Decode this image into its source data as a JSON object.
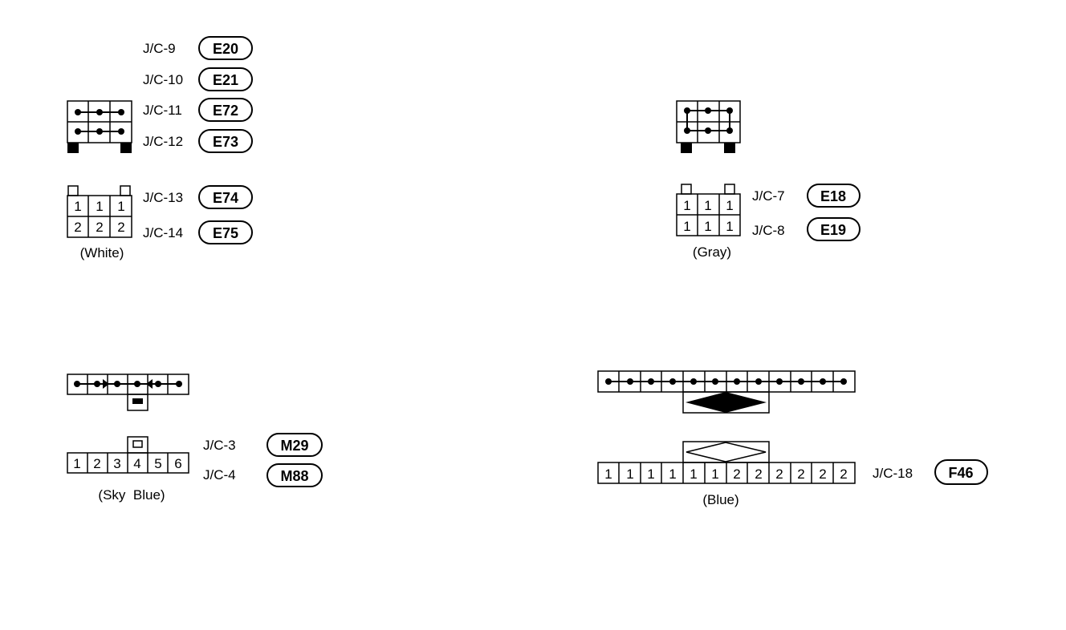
{
  "connectors": {
    "white": {
      "color_label": "(White)",
      "rows": [
        [
          "1",
          "1",
          "1"
        ],
        [
          "2",
          "2",
          "2"
        ]
      ],
      "jc": [
        {
          "label": "J/C-9",
          "code": "E20"
        },
        {
          "label": "J/C-10",
          "code": "E21"
        },
        {
          "label": "J/C-11",
          "code": "E72"
        },
        {
          "label": "J/C-12",
          "code": "E73"
        },
        {
          "label": "J/C-13",
          "code": "E74"
        },
        {
          "label": "J/C-14",
          "code": "E75"
        }
      ]
    },
    "gray": {
      "color_label": "(Gray)",
      "rows": [
        [
          "1",
          "1",
          "1"
        ],
        [
          "1",
          "1",
          "1"
        ]
      ],
      "jc": [
        {
          "label": "J/C-7",
          "code": "E18"
        },
        {
          "label": "J/C-8",
          "code": "E19"
        }
      ]
    },
    "sky_blue": {
      "color_label": "(Sky  Blue)",
      "pins": [
        "1",
        "2",
        "3",
        "4",
        "5",
        "6"
      ],
      "jc": [
        {
          "label": "J/C-3",
          "code": "M29"
        },
        {
          "label": "J/C-4",
          "code": "M88"
        }
      ]
    },
    "blue": {
      "color_label": "(Blue)",
      "pins": [
        "1",
        "1",
        "1",
        "1",
        "1",
        "1",
        "2",
        "2",
        "2",
        "2",
        "2",
        "2"
      ],
      "jc": [
        {
          "label": "J/C-18",
          "code": "F46"
        }
      ]
    }
  }
}
